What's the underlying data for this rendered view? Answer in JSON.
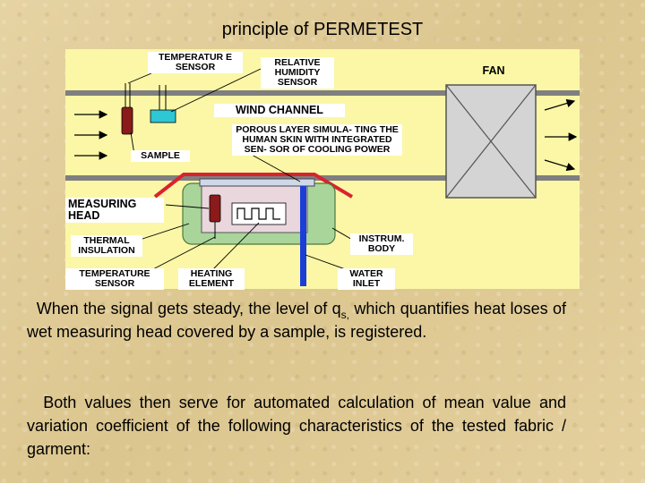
{
  "title": "principle of PERMETEST",
  "diagram": {
    "labels": {
      "temp_sensor_top": "TEMPERATUR E SENSOR",
      "humidity_sensor": "RELATIVE HUMIDITY SENSOR",
      "fan": "FAN",
      "wind_channel": "WIND CHANNEL",
      "porous_layer": "POROUS LAYER SIMULA- TING THE HUMAN SKIN WITH INTEGRATED SEN- SOR OF COOLING POWER",
      "sample": "SAMPLE",
      "measuring_head": "MEASURING HEAD",
      "thermal_insulation": "THERMAL INSULATION",
      "instrum_body": "INSTRUM. BODY",
      "temp_sensor_bottom": "TEMPERATURE SENSOR",
      "heating_element": "HEATING ELEMENT",
      "water_inlet": "WATER INLET"
    }
  },
  "paragraphs": {
    "p1_before": "When the signal gets steady, the level of q",
    "p1_sub": "s,",
    "p1_after": " which quantifies heat loses of wet measuring head covered by a sample, is registered.",
    "p2": "Both values then serve for automated calculation of mean value and variation coefficient of the following characteristics of the tested fabric / garment:"
  }
}
